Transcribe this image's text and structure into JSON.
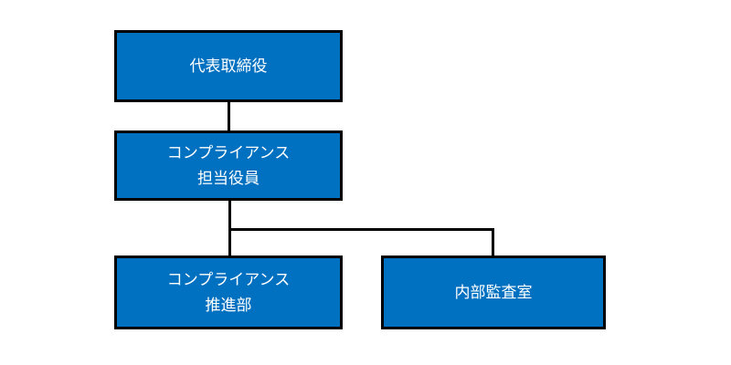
{
  "diagram": {
    "kind": "org-chart",
    "boxes": [
      {
        "name": "representative-director",
        "line1": "代表取締役",
        "line2": ""
      },
      {
        "name": "compliance-officer",
        "line1": "コンプライアンス",
        "line2": "担当役員"
      },
      {
        "name": "compliance-promotion-dept",
        "line1": "コンプライアンス",
        "line2": "推進部"
      },
      {
        "name": "internal-audit-office",
        "line1": "内部監査室",
        "line2": ""
      }
    ],
    "connections": [
      {
        "from": "representative-director",
        "to": "compliance-officer"
      },
      {
        "from": "compliance-officer",
        "to": "compliance-promotion-dept"
      },
      {
        "from": "compliance-officer",
        "to": "internal-audit-office"
      }
    ],
    "colors": {
      "box_fill": "#0070C0",
      "box_border": "#000000",
      "text": "#FFFFFF",
      "connector": "#000000"
    }
  }
}
